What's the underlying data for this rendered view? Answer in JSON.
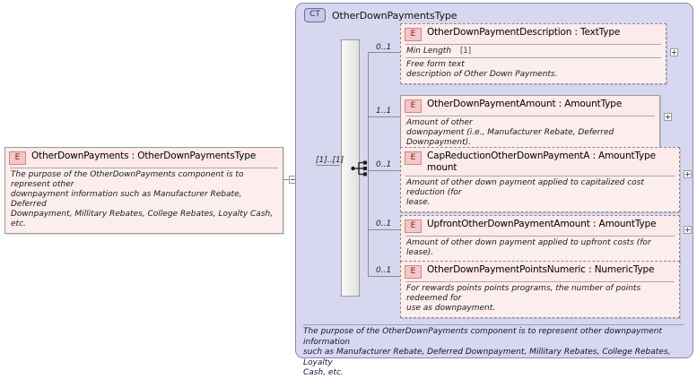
{
  "root_element": {
    "badge": "E",
    "title": "OtherDownPayments : OtherDownPaymentsType",
    "description": "The purpose of the OtherDownPayments component is to represent other\ndownpayment information such as  Manufacturer Rebate, Deferred\nDownpayment, Millitary Rebates, College Rebates, Loyalty Cash, etc.",
    "expander": "minus"
  },
  "complex_type": {
    "badge": "CT",
    "title": "OtherDownPaymentsType",
    "footer_description": "The purpose of the OtherDownPayments component is to represent other downpayment information\nsuch as  Manufacturer Rebate, Deferred Downpayment, Millitary Rebates, College Rebates, Loyalty\nCash, etc.",
    "compositor": "sequence",
    "compositor_occurrence": "[1]..[1]"
  },
  "children": [
    {
      "badge": "E",
      "title": "OtherDownPaymentDescription : TextType",
      "occurrence": "0..1",
      "required": false,
      "facet_label": "Min Length",
      "facet_value": "[1]",
      "description": "Free form text\ndescription of Other Down Payments.",
      "expander": "plus"
    },
    {
      "badge": "E",
      "title": "OtherDownPaymentAmount : AmountType",
      "occurrence": "1..1",
      "required": true,
      "facet_label": "",
      "facet_value": "",
      "description": "Amount of other\ndownpayment (i.e., Manufacturer Rebate, Deferred Downpayment).",
      "expander": "plus"
    },
    {
      "badge": "E",
      "title": "CapReductionOtherDownPaymentA : AmountType\nmount",
      "occurrence": "0..1",
      "required": false,
      "facet_label": "",
      "facet_value": "",
      "description": "Amount of other down payment applied to capitalized cost reduction (for\nlease.",
      "expander": "plus"
    },
    {
      "badge": "E",
      "title": "UpfrontOtherDownPaymentAmount : AmountType",
      "occurrence": "0..1",
      "required": false,
      "facet_label": "",
      "facet_value": "",
      "description": "Amount of other down payment applied to upfront costs (for lease).",
      "expander": "plus"
    },
    {
      "badge": "E",
      "title": "OtherDownPaymentPointsNumeric : NumericType",
      "occurrence": "0..1",
      "required": false,
      "facet_label": "",
      "facet_value": "",
      "description": "For rewards points points programs, the number of points redeemed for\nuse as downpayment.",
      "expander": "plus"
    }
  ],
  "colors": {
    "element_fill": "#fdeeee",
    "element_badge": "#f6c6c6",
    "container_fill": "#d7d7f0",
    "container_border": "#8a8ab0",
    "line": "#8c8c8c"
  }
}
